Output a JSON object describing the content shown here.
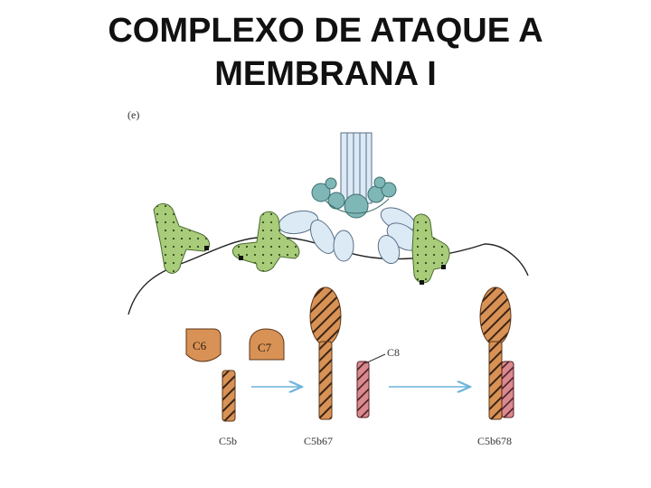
{
  "slide": {
    "title_line1": "COMPLEXO DE ATAQUE A",
    "title_line2": "MEMBRANA I"
  },
  "figure": {
    "panel_label": "(e)",
    "labels": {
      "c6": "C6",
      "c7": "C7",
      "c8": "C8",
      "c5b": "C5b",
      "c5b67": "C5b67",
      "c5b678": "C5b678"
    },
    "colors": {
      "antibody_green": "#a9cc7a",
      "c1_blue": "#dbeaf5",
      "c1_teal": "#7fb7b7",
      "complement_orange": "#d99255",
      "c8_pink": "#d98a8f",
      "arrow_blue": "#6cb4dc"
    }
  }
}
